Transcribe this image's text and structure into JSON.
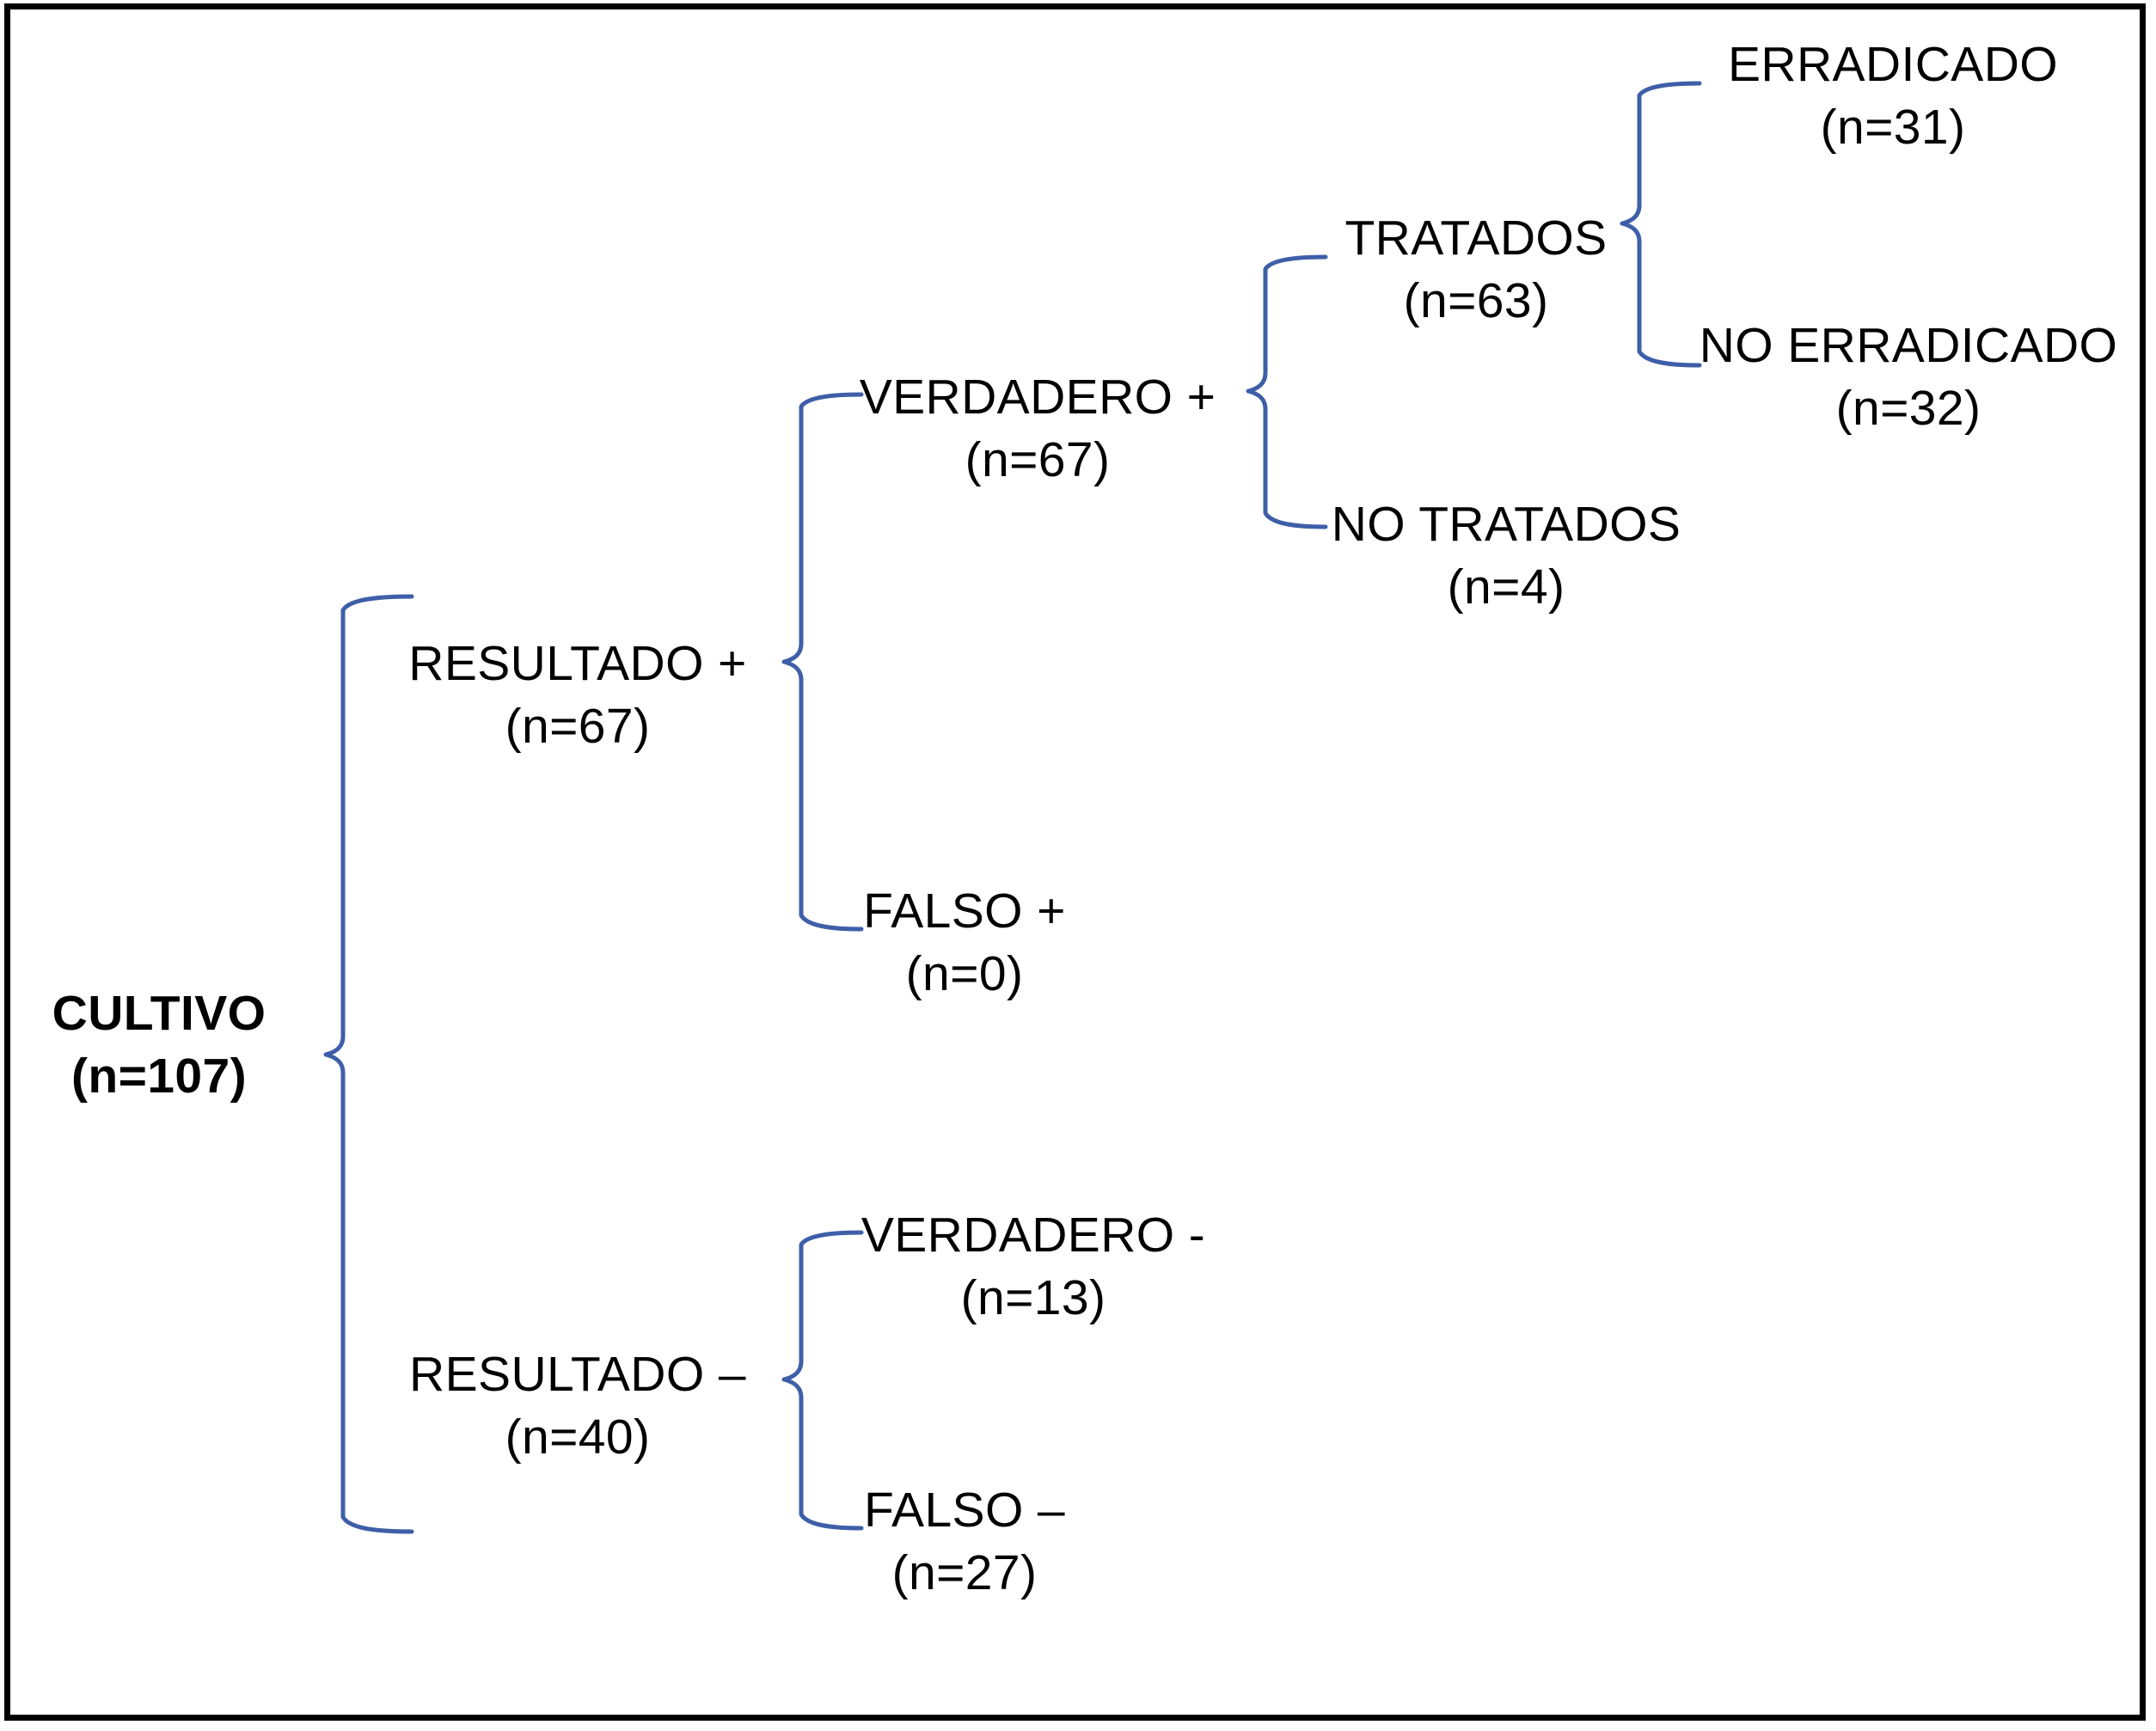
{
  "diagram": {
    "title": "CULTIVO flow tree",
    "line_color": "#3E5FA8",
    "text_color": "#000000",
    "frame_color": "#000000",
    "background": "#FFFFFF",
    "nodes": {
      "root": {
        "label": "CULTIVO",
        "count": "(n=107)"
      },
      "resultado_pos": {
        "label": "RESULTADO +",
        "count": "(n=67)"
      },
      "resultado_neg": {
        "label": "RESULTADO –",
        "count": "(n=40)"
      },
      "verdadero_pos": {
        "label": "VERDADERO +",
        "count": "(n=67)"
      },
      "falso_pos": {
        "label": "FALSO +",
        "count": "(n=0)"
      },
      "verdadero_neg": {
        "label": "VERDADERO -",
        "count": "(n=13)"
      },
      "falso_neg": {
        "label": "FALSO –",
        "count": "(n=27)"
      },
      "tratados": {
        "label": "TRATADOS",
        "count": "(n=63)"
      },
      "no_tratados": {
        "label": "NO TRATADOS",
        "count": "(n=4)"
      },
      "erradicado": {
        "label": "ERRADICADO",
        "count": "(n=31)"
      },
      "no_erradicado": {
        "label": "NO ERRADICADO",
        "count": "(n=32)"
      }
    }
  },
  "chart_data": {
    "type": "tree",
    "title": "CULTIVO (n=107)",
    "orientation": "left-to-right",
    "connector_style": "curly-brace",
    "nodes": [
      {
        "id": "cultivo",
        "label": "CULTIVO",
        "n": 107,
        "level": 0,
        "parent": null
      },
      {
        "id": "resultado_pos",
        "label": "RESULTADO +",
        "n": 67,
        "level": 1,
        "parent": "cultivo"
      },
      {
        "id": "resultado_neg",
        "label": "RESULTADO –",
        "n": 40,
        "level": 1,
        "parent": "cultivo"
      },
      {
        "id": "verdadero_pos",
        "label": "VERDADERO +",
        "n": 67,
        "level": 2,
        "parent": "resultado_pos"
      },
      {
        "id": "falso_pos",
        "label": "FALSO +",
        "n": 0,
        "level": 2,
        "parent": "resultado_pos"
      },
      {
        "id": "verdadero_neg",
        "label": "VERDADERO -",
        "n": 13,
        "level": 2,
        "parent": "resultado_neg"
      },
      {
        "id": "falso_neg",
        "label": "FALSO –",
        "n": 27,
        "level": 2,
        "parent": "resultado_neg"
      },
      {
        "id": "tratados",
        "label": "TRATADOS",
        "n": 63,
        "level": 3,
        "parent": "verdadero_pos"
      },
      {
        "id": "no_tratados",
        "label": "NO TRATADOS",
        "n": 4,
        "level": 3,
        "parent": "verdadero_pos"
      },
      {
        "id": "erradicado",
        "label": "ERRADICADO",
        "n": 31,
        "level": 4,
        "parent": "tratados"
      },
      {
        "id": "no_erradicado",
        "label": "NO ERRADICADO",
        "n": 32,
        "level": 4,
        "parent": "tratados"
      }
    ]
  }
}
